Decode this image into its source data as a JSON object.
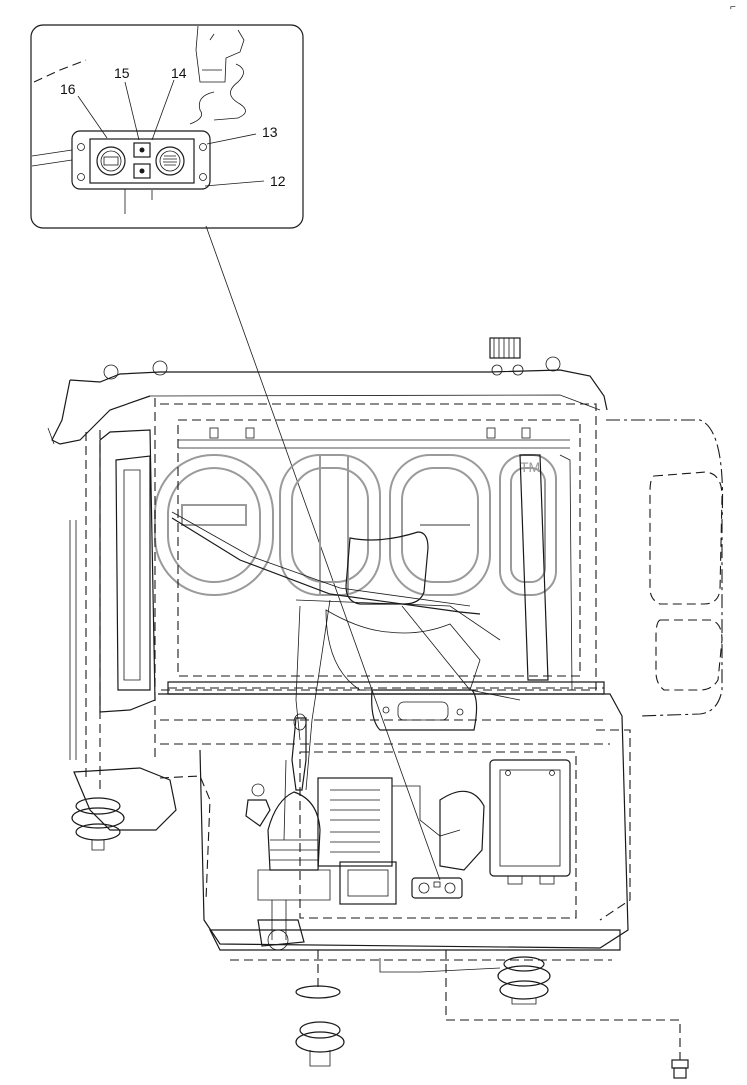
{
  "figure": {
    "corner_mark": "⌐",
    "callouts": [
      {
        "id": "12",
        "label": "12"
      },
      {
        "id": "13",
        "label": "13"
      },
      {
        "id": "14",
        "label": "14"
      },
      {
        "id": "15",
        "label": "15"
      },
      {
        "id": "16",
        "label": "16"
      }
    ],
    "watermark": "TM"
  }
}
